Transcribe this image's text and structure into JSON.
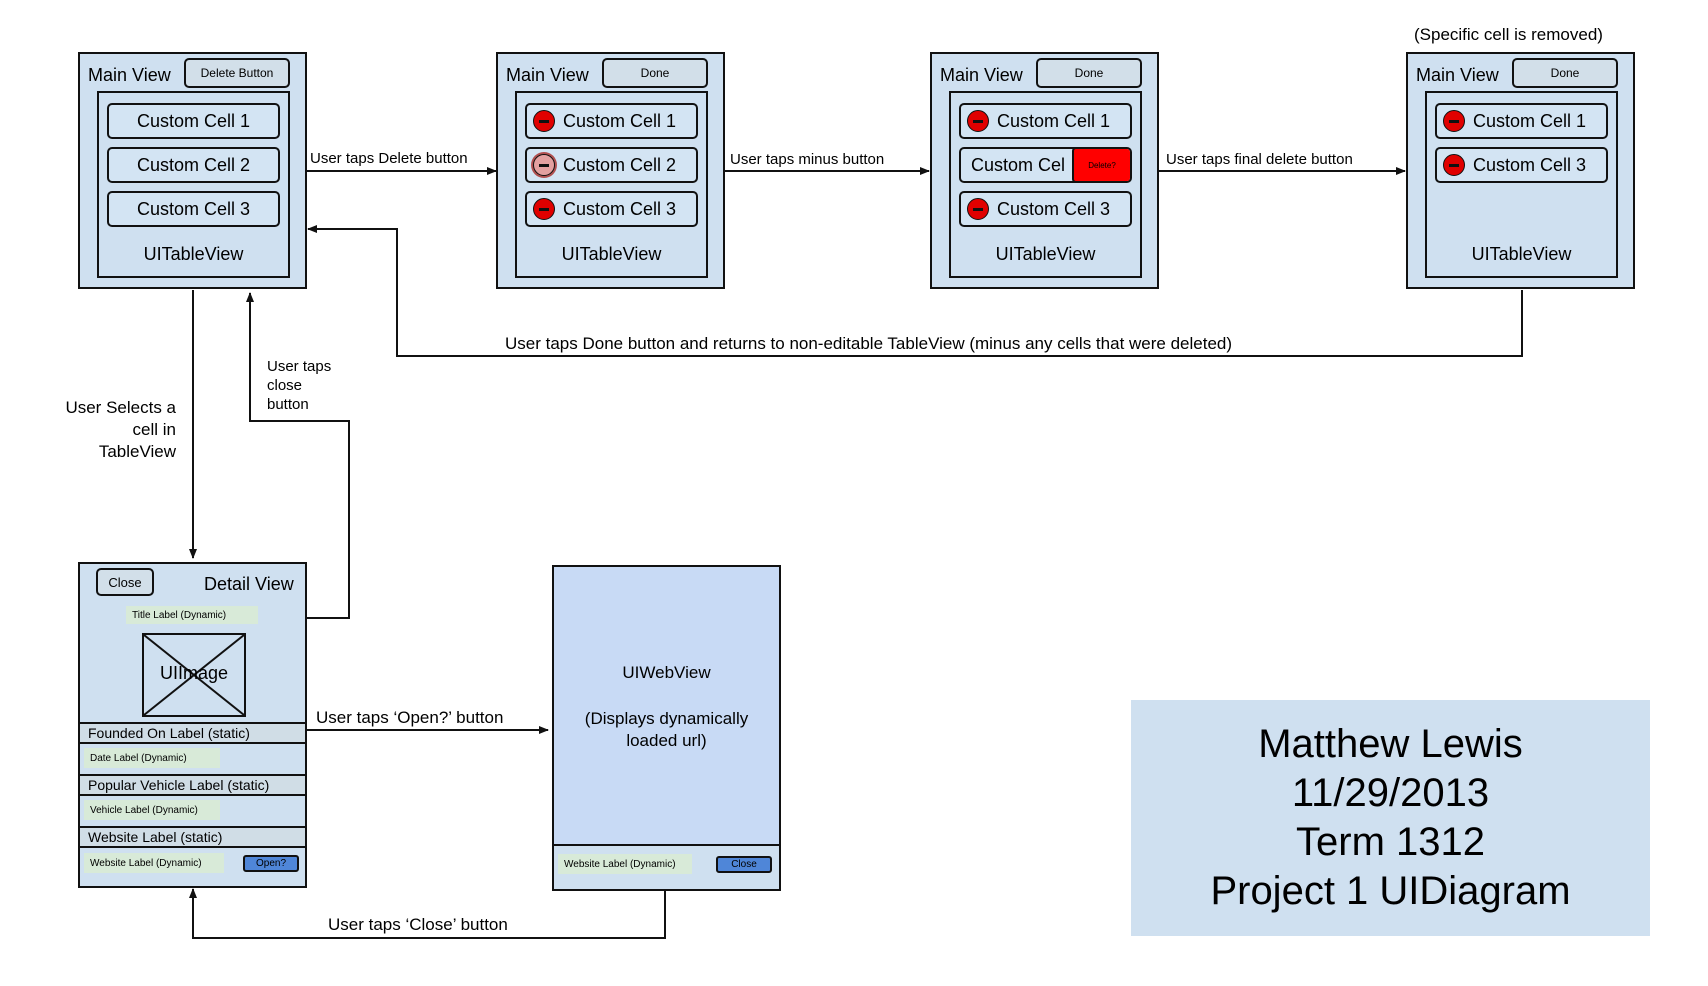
{
  "screens": {
    "main1": {
      "title": "Main View",
      "button": "Delete Button",
      "cells": [
        "Custom Cell 1",
        "Custom Cell 2",
        "Custom Cell 3"
      ],
      "table_label": "UITableView"
    },
    "main2": {
      "title": "Main View",
      "button": "Done",
      "cells": [
        "Custom Cell 1",
        "Custom Cell 2",
        "Custom Cell 3"
      ],
      "table_label": "UITableView"
    },
    "main3": {
      "title": "Main View",
      "button": "Done",
      "cells": [
        "Custom Cell 1",
        "Custom Cel",
        "Custom Cell 3"
      ],
      "delete_button": "Delete?",
      "table_label": "UITableView"
    },
    "main4": {
      "note": "(Specific cell is removed)",
      "title": "Main View",
      "button": "Done",
      "cells": [
        "Custom Cell 1",
        "Custom Cell 3"
      ],
      "table_label": "UITableView"
    },
    "detail": {
      "close_button": "Close",
      "title": "Detail View",
      "title_label": "Title Label (Dynamic)",
      "image_label": "UIImage",
      "founded_static": "Founded On Label (static)",
      "date_dynamic": "Date Label (Dynamic)",
      "vehicle_static": "Popular Vehicle Label (static)",
      "vehicle_dynamic": "Vehicle Label (Dynamic)",
      "website_static": "Website Label (static)",
      "website_dynamic": "Website Label (Dynamic)",
      "open_button": "Open?"
    },
    "webview": {
      "title": "UIWebView",
      "description": "(Displays dynamically loaded url)",
      "website_dynamic": "Website Label (Dynamic)",
      "close_button": "Close"
    }
  },
  "arrows": {
    "delete": "User taps Delete button",
    "minus": "User taps minus button",
    "final_delete": "User taps final delete button",
    "done": "User taps Done button and returns to non-editable TableView (minus any cells that were deleted)",
    "select": [
      "User Selects a",
      "cell in",
      "TableView"
    ],
    "close": [
      "User taps",
      "close",
      "button"
    ],
    "open": "User taps ‘Open?’ button",
    "close_web": "User taps ‘Close’ button"
  },
  "info": {
    "lines": [
      "Matthew Lewis",
      "11/29/2013",
      "Term 1312",
      "Project 1 UIDiagram"
    ],
    "background": "#cfe0f0"
  },
  "colors": {
    "frame": "#cfe0f0",
    "delete_red": "#e00000",
    "webview": "#c8daf5",
    "open_blue": "#4f86d8"
  }
}
